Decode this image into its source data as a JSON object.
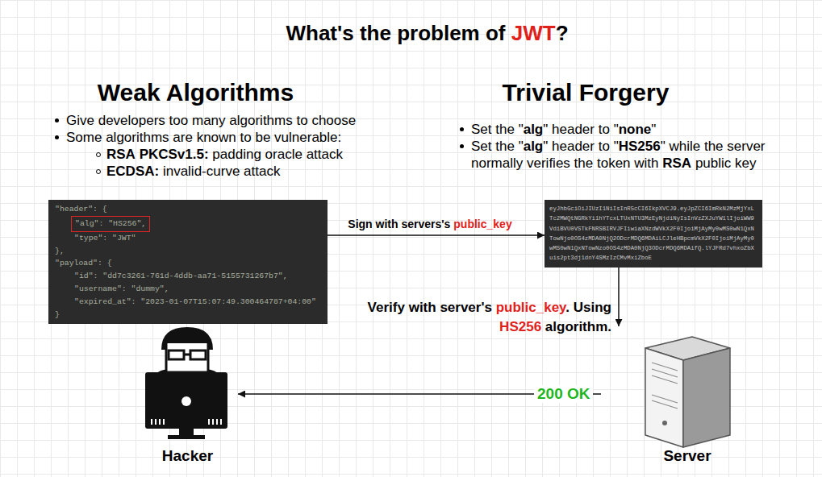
{
  "diagram": {
    "title": "What's the problem of JWT?",
    "nodes": [
      {
        "text": [
          "\"header\": {",
          "\"alg\": \"HS256\",",
          "\"type\": \"JWT\"",
          "},",
          "\"payload\": {",
          "\"id\": \"dd7c3261-761d-4ddb-aa71-5155731267b7\",",
          "\"username\": \"dummy\",",
          "\"expired_at\": \"2023-01-07T15:07:49.300464787+04:00\"",
          "}"
        ]
      },
      {
        "text": [
          "eyJhbGciOiJIUzI1NiIsInR5cCI6IkpXVCJ9.eyJpZCI6ImRkN2MzMjYxLTc2MWQtNGRkYi1hYTcxLTUxNTU3MzEyNjdiNyIsInVzZXJuYW1lIjoiWW9VdiBVU0VSTkFNRSBIRVJFIiwiaXNzdWVkX2F0IjoiMjAyMy0wMS0wN1QxNTowNjo0OS4zMDA0NjQ2ODcrMDQ6MDAiLCJleHBpcmVkX2F0IjoiMjAyMy0wMS0wN1QxNTowNzo0OS4zMDA0NjQ3ODcrMDQ6MDAifQ.lYJFRd7vhxoZbXuis2pt3dj1dnY4SMzIzCMvMxiZboE"
        ]
      },
      {
        "text": [
          "Hacker"
        ]
      },
      {
        "text": [
          "Server"
        ]
      }
    ],
    "edges": [
      {
        "from": 0,
        "to": 1,
        "arrow": "to",
        "label": "Sign with servers's public_key"
      },
      {
        "from": 1,
        "to": 3,
        "arrow": "to",
        "label": "Verify with server's public_key. Using HS256 algorithm."
      },
      {
        "from": 3,
        "to": 2,
        "arrow": "to",
        "label": "200 OK"
      }
    ],
    "labels": [
      "Weak Algorithms",
      "Give developers too many algorithms to choose",
      "Some algorithms are known to be vulnerable:",
      "RSA PKCSv1.5: padding oracle attack",
      "ECDSA: invalid-curve attack",
      "Trivial Forgery",
      "Set the \"alg\" header to \"none\"",
      "Set the \"alg\" header to \"HS256\" while the server normally verifies the token with RSA public key"
    ]
  }
}
